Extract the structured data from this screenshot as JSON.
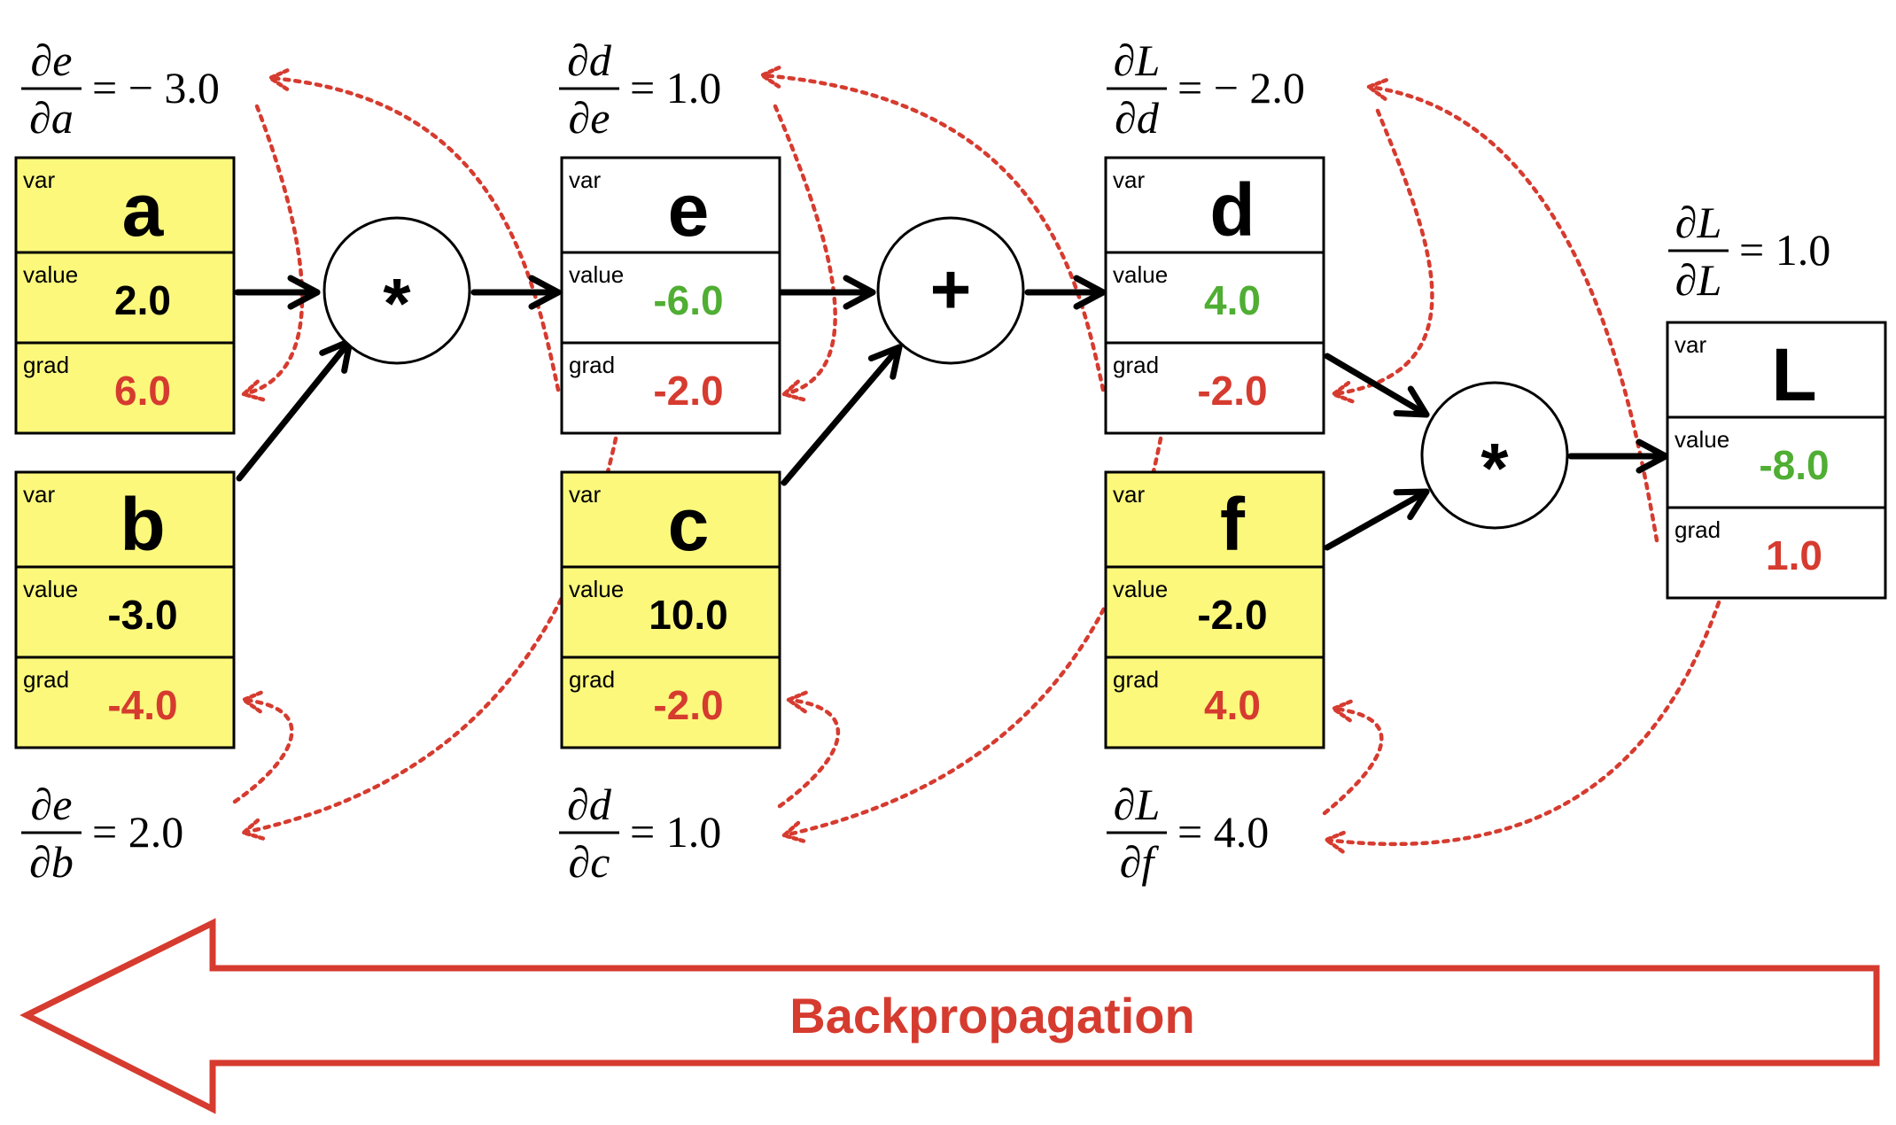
{
  "colors": {
    "yellow": "#fbf87c",
    "white": "#ffffff",
    "green": "#4fae33",
    "red": "#d63b2f",
    "black": "#000000"
  },
  "labels": {
    "var": "var",
    "value": "value",
    "grad": "grad"
  },
  "nodes": [
    {
      "id": "a",
      "name": "a",
      "value": "2.0",
      "grad": "6.0",
      "fill": "yellow",
      "value_color": "black"
    },
    {
      "id": "b",
      "name": "b",
      "value": "-3.0",
      "grad": "-4.0",
      "fill": "yellow",
      "value_color": "black"
    },
    {
      "id": "e",
      "name": "e",
      "value": "-6.0",
      "grad": "-2.0",
      "fill": "white",
      "value_color": "green"
    },
    {
      "id": "c",
      "name": "c",
      "value": "10.0",
      "grad": "-2.0",
      "fill": "yellow",
      "value_color": "black"
    },
    {
      "id": "d",
      "name": "d",
      "value": "4.0",
      "grad": "-2.0",
      "fill": "white",
      "value_color": "green"
    },
    {
      "id": "f",
      "name": "f",
      "value": "-2.0",
      "grad": "4.0",
      "fill": "yellow",
      "value_color": "black"
    },
    {
      "id": "L",
      "name": "L",
      "value": "-8.0",
      "grad": "1.0",
      "fill": "white",
      "value_color": "green"
    }
  ],
  "operators": [
    {
      "id": "op1",
      "symbol": "*"
    },
    {
      "id": "op2",
      "symbol": "+"
    },
    {
      "id": "op3",
      "symbol": "*"
    }
  ],
  "derivatives": [
    {
      "id": "de-da",
      "num": "∂e",
      "den": "∂a",
      "rhs": "= − 3.0"
    },
    {
      "id": "dd-de",
      "num": "∂d",
      "den": "∂e",
      "rhs": "= 1.0"
    },
    {
      "id": "dL-dd",
      "num": "∂L",
      "den": "∂d",
      "rhs": "= − 2.0"
    },
    {
      "id": "dL-dL",
      "num": "∂L",
      "den": "∂L",
      "rhs": "= 1.0"
    },
    {
      "id": "de-db",
      "num": "∂e",
      "den": "∂b",
      "rhs": "= 2.0"
    },
    {
      "id": "dd-dc",
      "num": "∂d",
      "den": "∂c",
      "rhs": "= 1.0"
    },
    {
      "id": "dL-df",
      "num": "∂L",
      "den": "∂f",
      "rhs": "= 4.0"
    }
  ],
  "backprop_label": "Backpropagation"
}
